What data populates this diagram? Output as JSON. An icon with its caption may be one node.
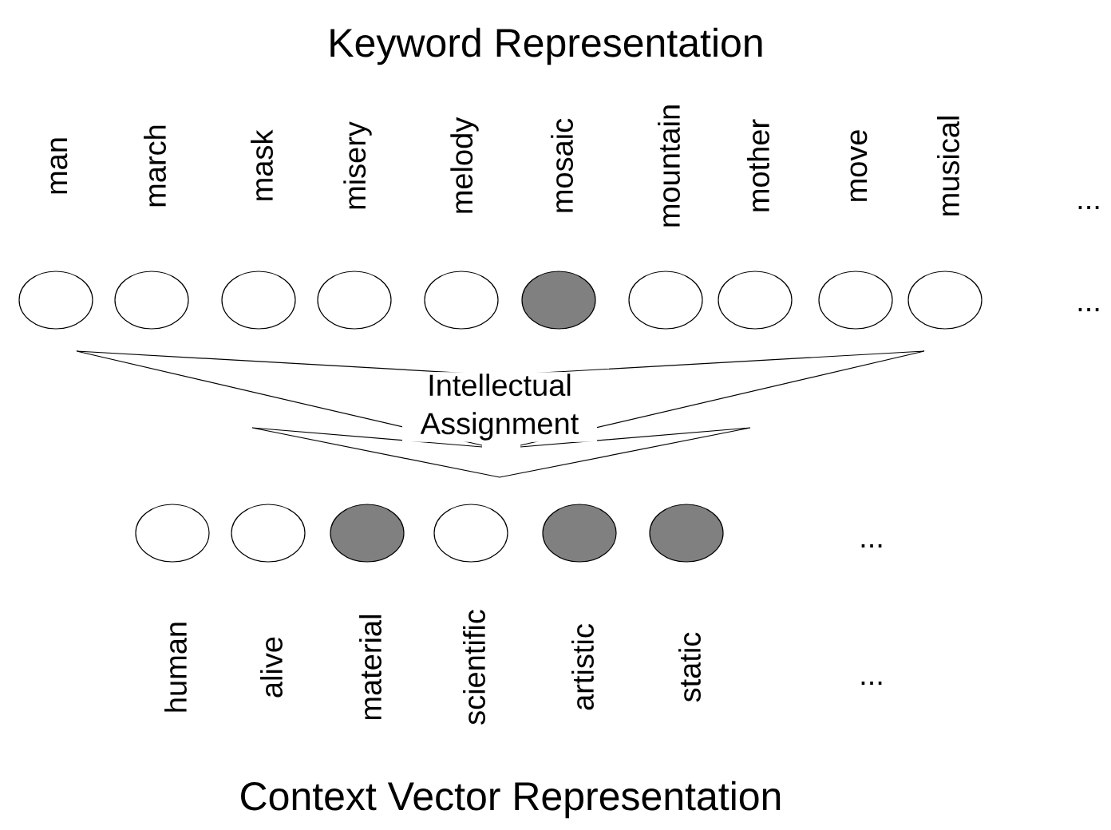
{
  "diagram": {
    "title": "Keyword Representation",
    "caption": "Context Vector Representation",
    "nodes": [
      {
        "text": [],
        "shape": "circle",
        "beside": [
          "man"
        ]
      },
      {
        "text": [],
        "shape": "circle",
        "beside": [
          "march"
        ]
      },
      {
        "text": [],
        "shape": "circle",
        "beside": [
          "mask"
        ]
      },
      {
        "text": [],
        "shape": "circle",
        "beside": [
          "misery"
        ]
      },
      {
        "text": [],
        "shape": "circle",
        "beside": [
          "melody"
        ]
      },
      {
        "text": [],
        "shape": "circle",
        "beside": [
          "mosaic"
        ]
      },
      {
        "text": [],
        "shape": "circle",
        "beside": [
          "mountain"
        ]
      },
      {
        "text": [],
        "shape": "circle",
        "beside": [
          "mother"
        ]
      },
      {
        "text": [],
        "shape": "circle",
        "beside": [
          "move"
        ]
      },
      {
        "text": [],
        "shape": "circle",
        "beside": [
          "musical"
        ]
      },
      {
        "text": [],
        "shape": "circle",
        "beside": [
          "human"
        ]
      },
      {
        "text": [],
        "shape": "circle",
        "beside": [
          "alive"
        ]
      },
      {
        "text": [],
        "shape": "circle",
        "beside": [
          "material"
        ]
      },
      {
        "text": [],
        "shape": "circle",
        "beside": [
          "scientific"
        ]
      },
      {
        "text": [],
        "shape": "circle",
        "beside": [
          "artistic"
        ]
      },
      {
        "text": [],
        "shape": "circle",
        "beside": [
          "static"
        ]
      }
    ],
    "labels": [
      "...",
      "...",
      "Intellectual Assignment",
      "...",
      "..."
    ]
  }
}
